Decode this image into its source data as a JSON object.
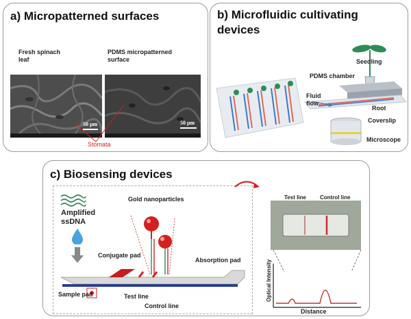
{
  "panel_a": {
    "title": "a) Micropatterned surfaces",
    "left_label_line1": "Fresh spinach",
    "left_label_line2": "leaf",
    "right_label_line1": "PDMS micropatterned",
    "right_label_line2": "surface",
    "scale_left": "50 μm",
    "scale_right": "50 μm",
    "stomata": "Stomata"
  },
  "panel_b": {
    "title_line1": "b) Microfluidic cultivating",
    "title_line2": "devices",
    "seedling": "Seedling",
    "pdms_chamber": "PDMS chamber",
    "fluid_flow_line1": "Fluid",
    "fluid_flow_line2": "flow",
    "root": "Root",
    "coverslip": "Coverslip",
    "microscope": "Microscope"
  },
  "panel_c": {
    "title": "c) Biosensing devices",
    "amplified_line1": "Amplified",
    "amplified_line2": "ssDNA",
    "gold_nanoparticles": "Gold nanoparticles",
    "conjugate_pad": "Conjugate pad",
    "absorption_pad": "Absorption pad",
    "sample_pad": "Sample pad",
    "test_line": "Test line",
    "control_line": "Control line",
    "strip_test_line": "Test line",
    "strip_control_line": "Control line",
    "ylabel": "Optical Intensity",
    "xlabel": "Distance"
  },
  "colors": {
    "accent_red": "#d42020",
    "strip_blue": "#2a3f8f",
    "fluid_blue": "#3b78c8",
    "seedling_green": "#2e8b57"
  }
}
